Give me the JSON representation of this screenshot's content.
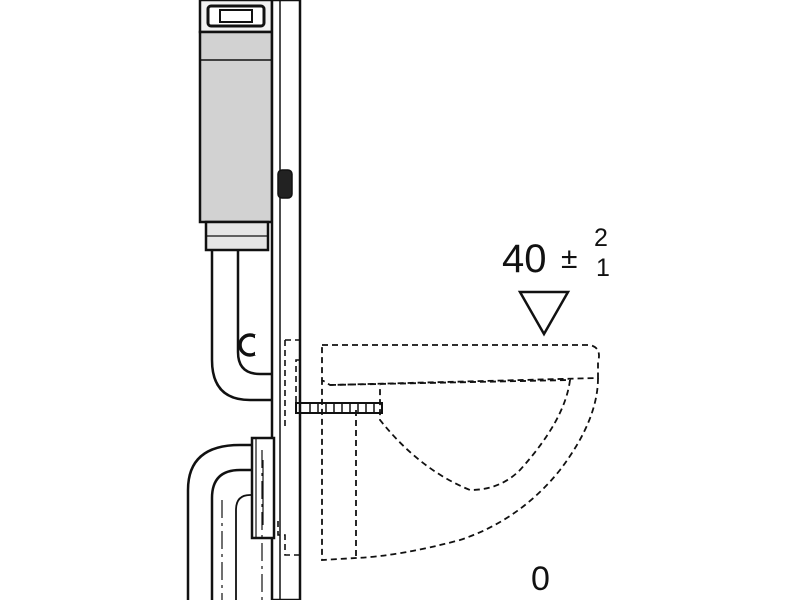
{
  "dimension": {
    "nominal": "40",
    "tolerance_sign": "±",
    "tolerance_upper": "2",
    "tolerance_lower": "1"
  },
  "floor_label": "0",
  "colors": {
    "line": "#111111",
    "fill_dark": "#cfcfcf",
    "fill_light": "#e6e6e6",
    "background": "#ffffff"
  }
}
